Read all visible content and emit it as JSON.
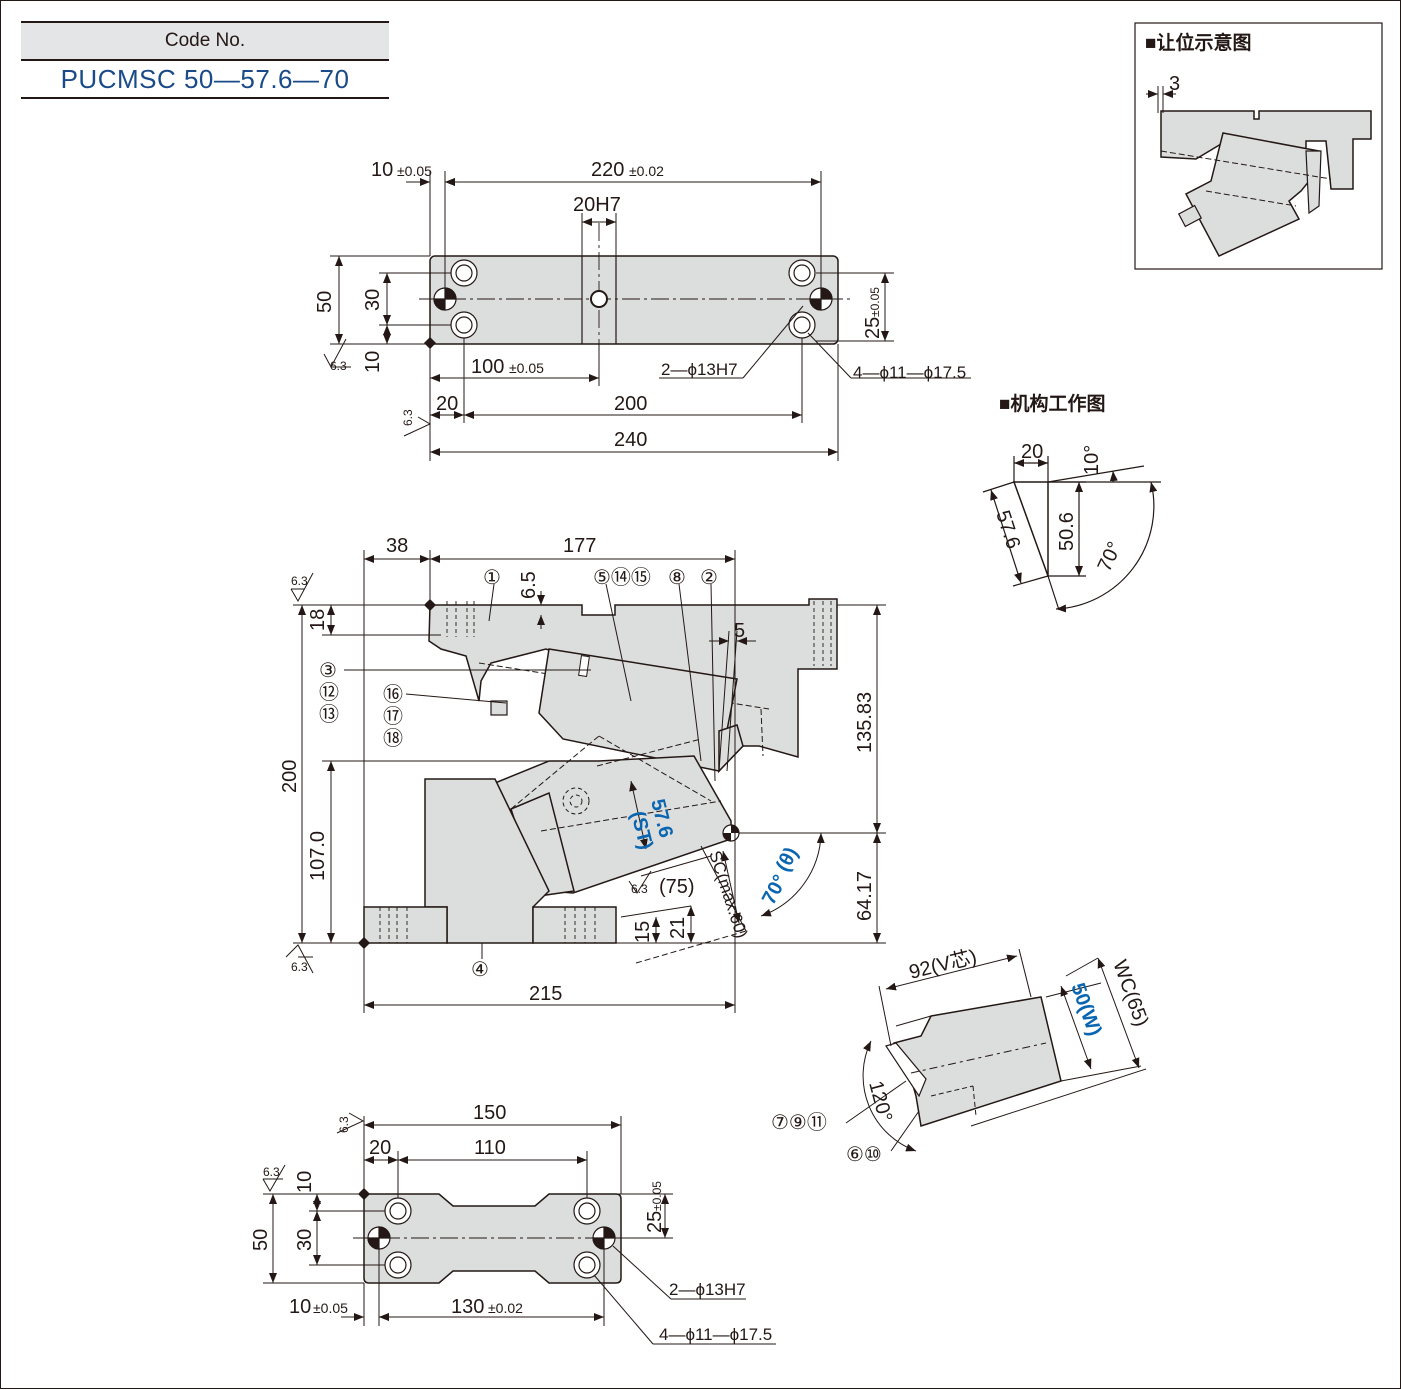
{
  "code_table": {
    "header": "Code No.",
    "value": "PUCMSC 50—57.6—70"
  },
  "inset_clearance": {
    "title": "■让位示意图",
    "gap": "3"
  },
  "inset_work": {
    "title": "■机构工作图",
    "d_20": "20",
    "d_57_6": "57.6",
    "d_50_6": "50.6",
    "a_10": "10°",
    "a_70": "70°"
  },
  "plan_top": {
    "d_10": "10",
    "d_10_tol": "±0.05",
    "d_220": "220",
    "d_220_tol": "±0.02",
    "d_20h7": "20H7",
    "d_50": "50",
    "d_30": "30",
    "d_10b": "10",
    "d_25": "25",
    "d_25_tol": "±0.05",
    "d_100": "100",
    "d_100_tol": "±0.05",
    "d_20": "20",
    "d_200": "200",
    "d_240": "240",
    "hole_a": "2—ϕ13H7",
    "hole_b": "4—ϕ11—ϕ17.5",
    "rough": "6.3"
  },
  "side_view": {
    "d_38": "38",
    "d_177": "177",
    "d_6_5": "6.5",
    "d_5": "5",
    "d_18": "18",
    "d_200": "200",
    "d_107": "107.0",
    "d_135": "135.83",
    "d_64": "64.17",
    "d_215": "215",
    "d_15": "15",
    "d_21": "21",
    "d_75": "(75)",
    "sc": "SC(max.60)",
    "st_val": "57.6",
    "st_lbl": "(ST)",
    "angle": "70°",
    "angle_lbl": "(θ)",
    "p1": "①",
    "p2": "②",
    "p3": "③",
    "p4": "④",
    "p5": "⑤⑭⑮",
    "p8": "⑧",
    "p12": "⑫",
    "p13": "⑬",
    "p16": "⑯",
    "p17": "⑰",
    "p18": "⑱",
    "rough": "6.3"
  },
  "work_view": {
    "d_92": "92(V芯)",
    "d_50w": "50(W)",
    "d_wc": "WC(65)",
    "angle": "120°",
    "p_a": "⑦⑨⑪",
    "p_b": "⑥⑩"
  },
  "plan_bottom": {
    "d_150": "150",
    "d_20": "20",
    "d_110": "110",
    "d_10": "10",
    "d_50": "50",
    "d_30": "30",
    "d_25": "25",
    "d_25_tol": "±0.05",
    "d_10b": "10",
    "d_10b_tol": "±0.05",
    "d_130": "130",
    "d_130_tol": "±0.02",
    "hole_a": "2—ϕ13H7",
    "hole_b": "4—ϕ11—ϕ17.5",
    "rough": "6.3"
  }
}
